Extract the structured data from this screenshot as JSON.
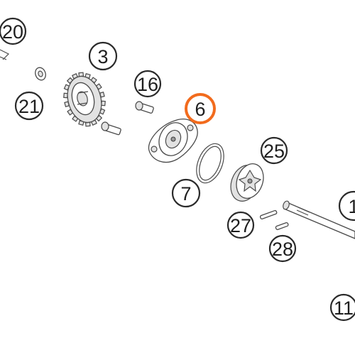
{
  "colors": {
    "highlight": "#f26b1d",
    "outline": "#2a2a2a"
  },
  "callouts": [
    {
      "id": "c20",
      "label": "20",
      "highlight": false
    },
    {
      "id": "c3",
      "label": "3",
      "highlight": false
    },
    {
      "id": "c21",
      "label": "21",
      "highlight": false
    },
    {
      "id": "c16",
      "label": "16",
      "highlight": false
    },
    {
      "id": "c6",
      "label": "6",
      "highlight": true
    },
    {
      "id": "c25",
      "label": "25",
      "highlight": false
    },
    {
      "id": "c7",
      "label": "7",
      "highlight": false
    },
    {
      "id": "c27",
      "label": "27",
      "highlight": false
    },
    {
      "id": "c28",
      "label": "28",
      "highlight": false
    },
    {
      "id": "c11",
      "label": "11",
      "highlight": false
    },
    {
      "id": "c1",
      "label": "1",
      "highlight": false
    }
  ]
}
